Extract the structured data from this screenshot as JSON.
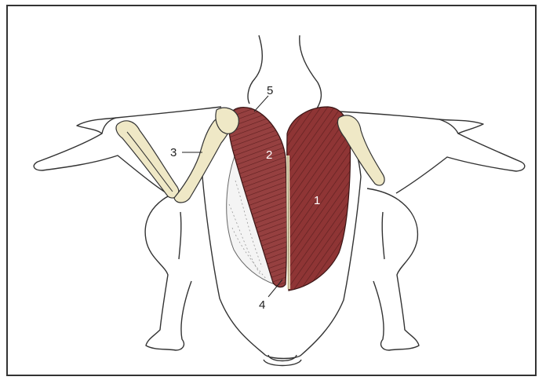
{
  "labels": {
    "l1": "1",
    "l2": "2",
    "l3": "3",
    "l4": "4",
    "l5": "5"
  },
  "colors": {
    "muscle": "#8f3535",
    "muscle_dark": "#5e1f1f",
    "bone": "#efe8c6",
    "outline": "#333333",
    "label_on_muscle": "#ffffff",
    "label_on_paper": "#222222"
  }
}
